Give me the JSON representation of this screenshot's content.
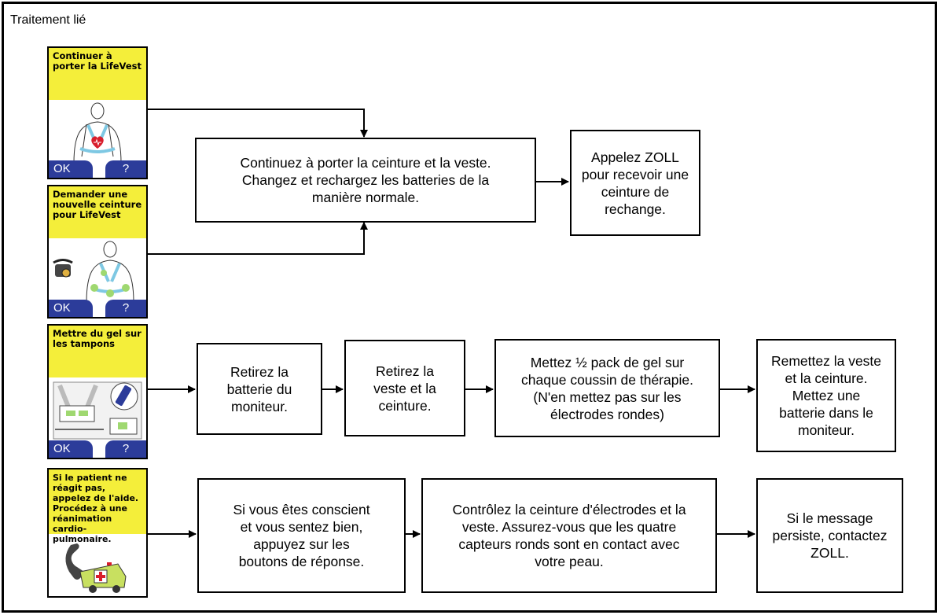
{
  "title": "Traitement lié",
  "screens": {
    "continue": {
      "header": "Continuer à porter la LifeVest",
      "ok": "OK",
      "help": "?"
    },
    "new_belt": {
      "header": "Demander une nouvelle ceinture pour LifeVest",
      "ok": "OK",
      "help": "?"
    },
    "gel": {
      "header": "Mettre du gel sur les tampons",
      "ok": "OK",
      "help": "?"
    },
    "unresponsive": {
      "header": "Si le patient ne réagit pas, appelez de l'aide. Procédez à une réanimation cardio-pulmonaire."
    }
  },
  "boxes": {
    "continue_wearing": "Continuez à porter la ceinture et la veste.\nChangez et rechargez les batteries de la\nmanière normale.",
    "call_zoll": "Appelez ZOLL\npour recevoir une\nceinture de\nrechange.",
    "remove_battery": "Retirez la\nbatterie du\nmoniteur.",
    "remove_vest": "Retirez la\nveste et la\nceinture.",
    "apply_gel": "Mettez ½ pack de gel sur\nchaque coussin de thérapie.\n(N'en mettez pas sur les\nélectrodes rondes)",
    "replace_vest": "Remettez la veste\net la ceinture.\nMettez une\nbatterie dans le\nmoniteur.",
    "if_conscious": "Si vous êtes conscient\net vous sentez bien,\nappuyez sur les\nboutons de réponse.",
    "check_belt": "Contrôlez la ceinture d'électrodes et la\nveste. Assurez-vous que les quatre\ncapteurs ronds sont en contact avec\nvotre peau.",
    "if_persists": "Si le message\npersiste, contactez\nZOLL."
  },
  "colors": {
    "header_yellow": "#f4ee3a",
    "button_blue": "#2c3c9a",
    "vest_blue": "#7ec8e3",
    "electrode_green": "#9fd870",
    "heart_red": "#d81e2c"
  },
  "icons": [
    "person-vest-icon",
    "heart-icon",
    "phone-icon",
    "vest-gel-icon",
    "gel-pack-icon",
    "ambulance-phone-icon"
  ]
}
